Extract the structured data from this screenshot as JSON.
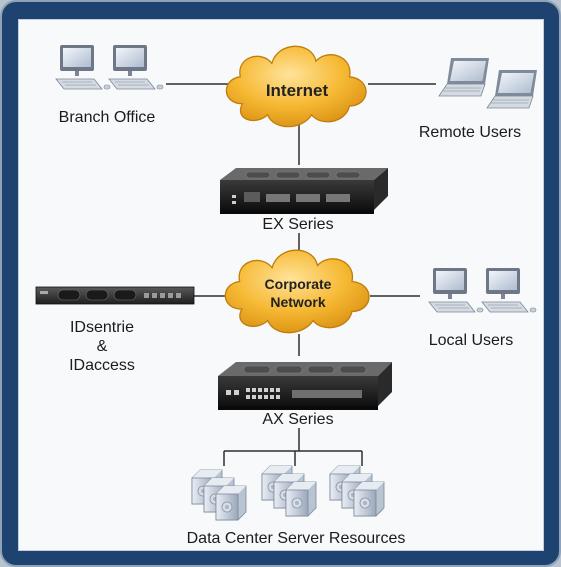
{
  "colors": {
    "frame": "#1f4371",
    "panel": "#f7f9fb",
    "cloud": "#f6b933",
    "line": "#2f2f2f"
  },
  "nodes": {
    "internet": {
      "label": "Internet",
      "icon": "cloud-icon"
    },
    "corporate_network": {
      "label_line1": "Corporate",
      "label_line2": "Network",
      "icon": "cloud-icon"
    },
    "branch_office": {
      "label": "Branch Office",
      "icon": "desktop-computer-icon"
    },
    "remote_users": {
      "label": "Remote Users",
      "icon": "laptop-icon"
    },
    "ex_series": {
      "label": "EX Series",
      "icon": "network-appliance-icon"
    },
    "idsentrie": {
      "label_line1": "IDsentrie",
      "label_line2": "&",
      "label_line3": "IDaccess",
      "icon": "rack-appliance-icon"
    },
    "local_users": {
      "label": "Local Users",
      "icon": "desktop-computer-icon"
    },
    "ax_series": {
      "label": "AX Series",
      "icon": "network-appliance-icon"
    },
    "data_center": {
      "label": "Data Center Server Resources",
      "icon": "server-icon"
    }
  }
}
